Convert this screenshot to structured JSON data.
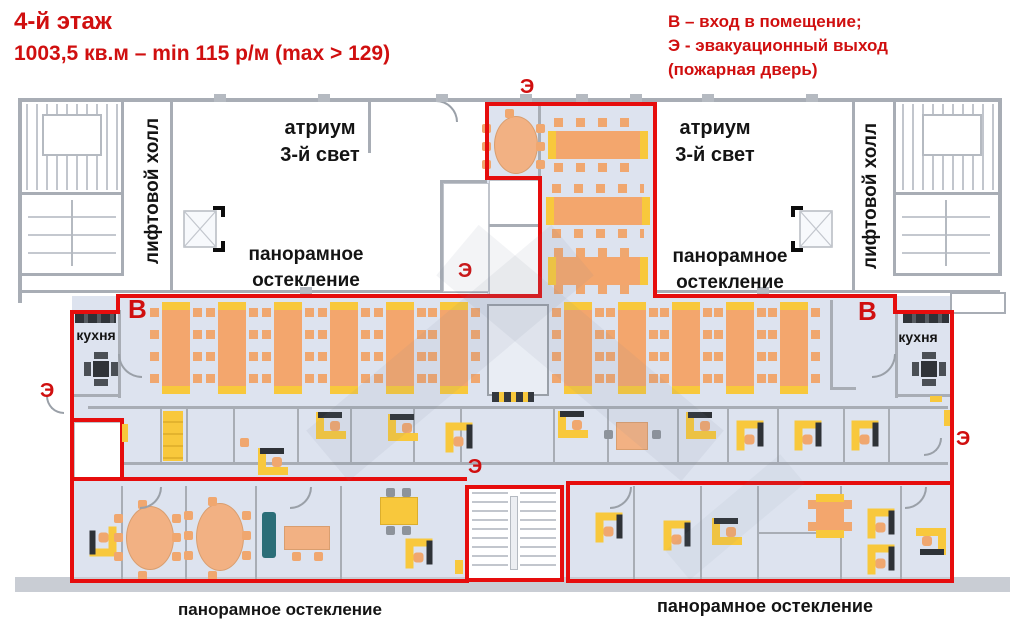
{
  "title": {
    "floor": "4-й этаж",
    "details": "1003,5 кв.м – min 115  р/м (max > 129)"
  },
  "legend": {
    "line1": "В – вход в помещение;",
    "line2": "Э - эвакуационный выход",
    "line3": "(пожарная дверь)"
  },
  "labels": {
    "lift_hall": "лифтовой холл",
    "atrium_line1": "атриум",
    "atrium_line2": "3-й свет",
    "glazing_line1": "панорамное",
    "glazing_line2": "остекление",
    "glazing_bottom": "панорамное остекление",
    "kitchen": "кухня"
  },
  "markers": {
    "entrance": "В",
    "exit": "Э"
  },
  "colors": {
    "boundary_red": "#e60d0d",
    "text_red": "#d00f0f",
    "floor_fill": "#dde3ef",
    "wall_gray": "#a8adb5",
    "desk_orange": "#f3a66d",
    "desk_yellow": "#f8c83c"
  }
}
